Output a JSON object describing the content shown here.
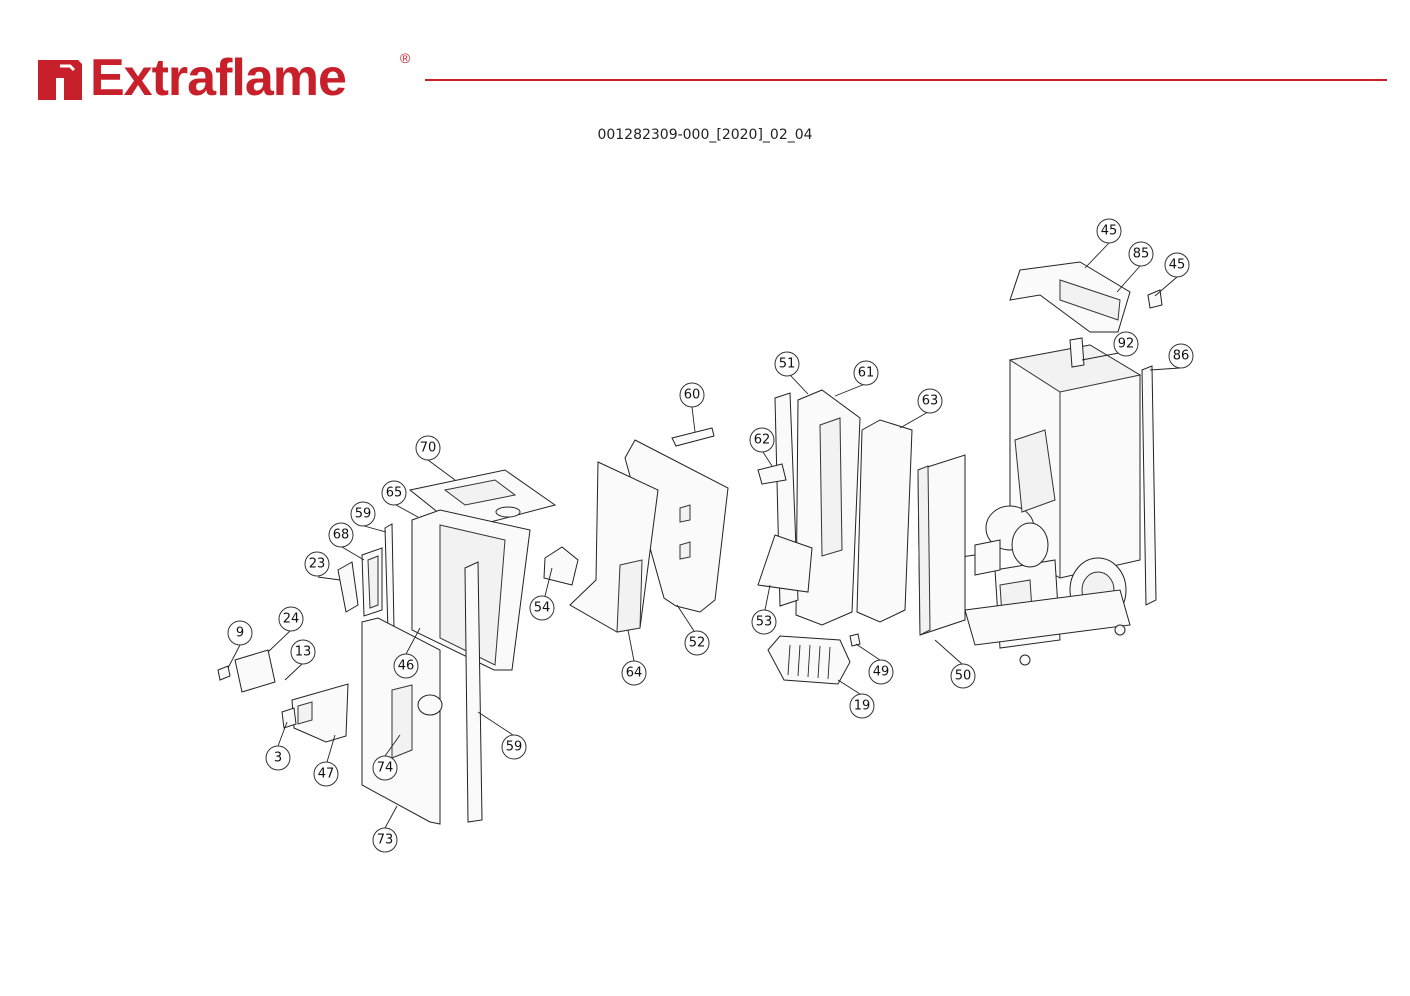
{
  "brand": {
    "name": "Extraflame",
    "registered": "®",
    "color": "#c8202b"
  },
  "document": {
    "code": "001282309-000_[2020]_02_04"
  },
  "callouts": [
    "45",
    "85",
    "45",
    "92",
    "86",
    "51",
    "61",
    "63",
    "60",
    "62",
    "70",
    "65",
    "59",
    "68",
    "23",
    "54",
    "52",
    "53",
    "49",
    "19",
    "50",
    "64",
    "9",
    "24",
    "13",
    "46",
    "3",
    "47",
    "74",
    "59",
    "73"
  ]
}
